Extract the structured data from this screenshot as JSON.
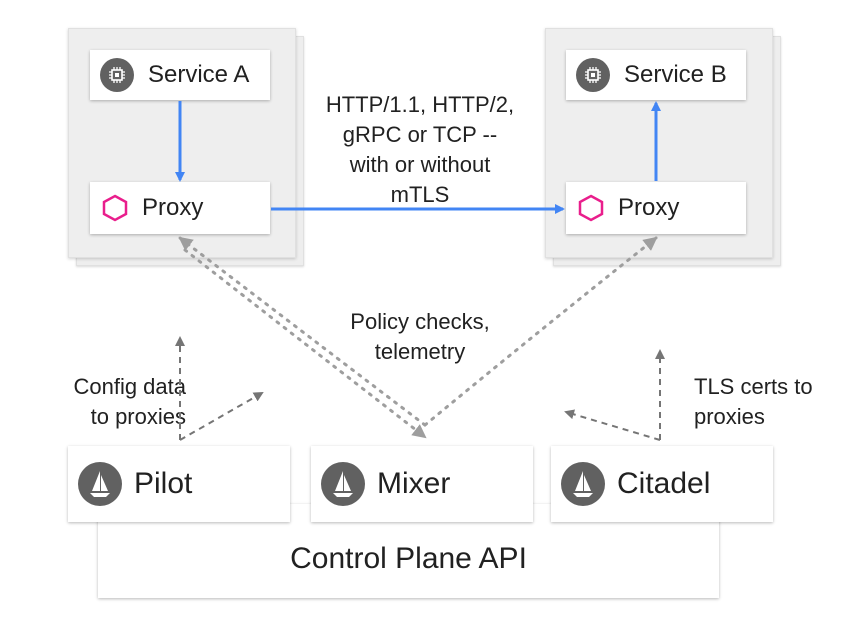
{
  "nodes": {
    "service_a": "Service A",
    "service_b": "Service B",
    "proxy_a": "Proxy",
    "proxy_b": "Proxy",
    "pilot": "Pilot",
    "mixer": "Mixer",
    "citadel": "Citadel",
    "control_plane": "Control Plane API"
  },
  "labels": {
    "protocol": [
      "HTTP/1.1, HTTP/2,",
      "gRPC or TCP --",
      "with or without",
      "mTLS"
    ],
    "policy": [
      "Policy checks,",
      "telemetry"
    ],
    "config": [
      "Config data",
      "to proxies"
    ],
    "tls": [
      "TLS certs to",
      "proxies"
    ]
  },
  "colors": {
    "solid_arrow": "#4285f4",
    "dotted_arrow": "#9e9e9e",
    "dashed_arrow": "#757575",
    "proxy_hexagon": "#e91e8c",
    "icon_bg": "#616161"
  }
}
